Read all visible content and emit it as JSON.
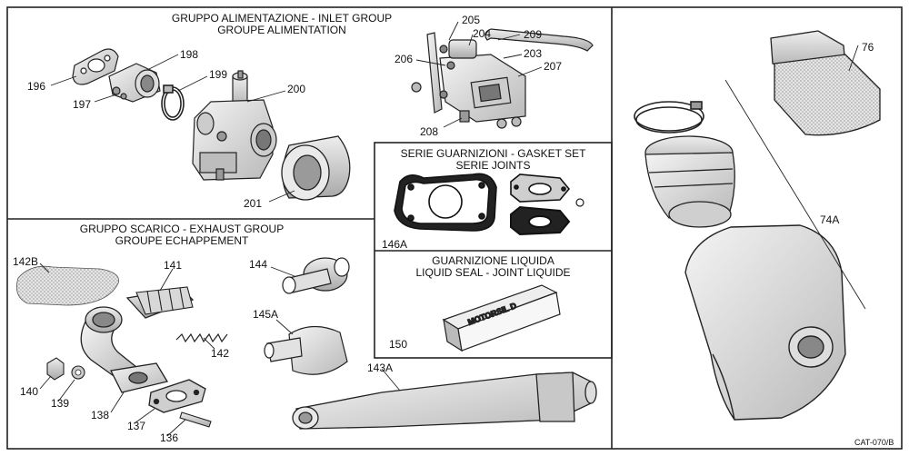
{
  "inlet": {
    "title1": "GRUPPO ALIMENTAZIONE - INLET GROUP",
    "title2": "GROUPE ALIMENTATION",
    "parts": {
      "p196": "196",
      "p197": "197",
      "p198": "198",
      "p199": "199",
      "p200": "200",
      "p201": "201"
    }
  },
  "reed": {
    "parts": {
      "p205": "205",
      "p204": "204",
      "p209": "209",
      "p206": "206",
      "p203": "203",
      "p207": "207",
      "p208": "208"
    }
  },
  "gasket": {
    "title1": "SERIE GUARNIZIONI - GASKET SET",
    "title2": "SERIE JOINTS",
    "part": "146A"
  },
  "liquid": {
    "title1": "GUARNIZIONE LIQUIDA",
    "title2": "LIQUID SEAL - JOINT LIQUIDE",
    "part": "150",
    "product": "MOTORSIL D"
  },
  "exhaust": {
    "title1": "GRUPPO SCARICO - EXHAUST GROUP",
    "title2": "GROUPE ECHAPPEMENT",
    "parts": {
      "p142B": "142B",
      "p141": "141",
      "p144": "144",
      "p145A": "145A",
      "p142": "142",
      "p143A": "143A",
      "p140": "140",
      "p139": "139",
      "p138": "138",
      "p137": "137",
      "p136": "136"
    }
  },
  "airbox": {
    "parts": {
      "p76": "76",
      "p74A": "74A"
    }
  },
  "footer": {
    "code": "CAT-070/B"
  }
}
